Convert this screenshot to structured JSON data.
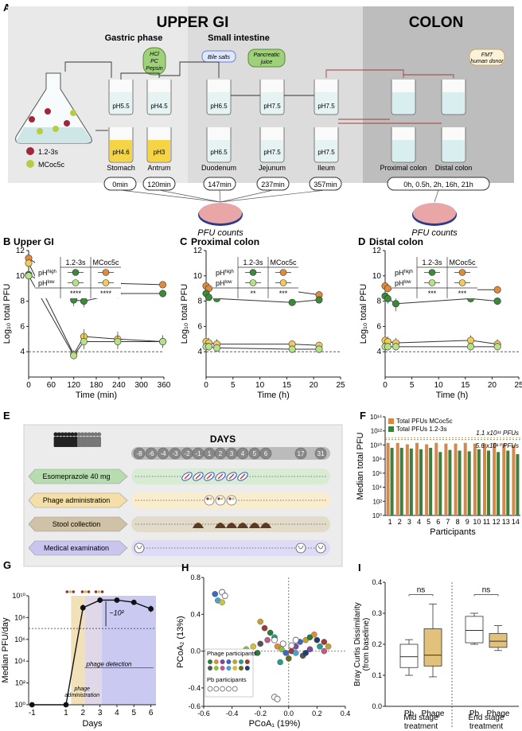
{
  "colors": {
    "high_1_2_3s": "#3a8a3a",
    "high_mcoc5c": "#e08a3a",
    "low_1_2_3s": "#b6e08a",
    "low_mcoc5c": "#f2c860",
    "bar_mcoc": "#d5884a",
    "bar_123": "#3d7f3d",
    "upper_bg": "#e6e6e6",
    "colon_bg": "#bdbdbd"
  },
  "panelA": {
    "label": "A",
    "upper_gi": "UPPER GI",
    "colon": "COLON",
    "gastric_phase": "Gastric phase",
    "small_intestine": "Small intestine",
    "hcl": [
      "HCl",
      "PC",
      "Pepsin"
    ],
    "bile_salts": "Bile salts",
    "pancreatic_juice": [
      "Pancreatic",
      "juice"
    ],
    "fmt": [
      "FMT",
      "human donor"
    ],
    "phage1": "1.2-3s",
    "phage2": "MCoc5c",
    "top_ph": [
      "pH5.5",
      "pH4.5",
      "pH6.5",
      "pH7.5",
      "pH7.5"
    ],
    "bottom_ph": [
      "pH4.6",
      "pH3",
      "pH6.5",
      "pH7.5",
      "pH7.5"
    ],
    "compartments": [
      "Stomach",
      "Antrum",
      "Duodenum",
      "Jejunum",
      "Ileum",
      "Proximal colon",
      "Distal colon"
    ],
    "times": [
      "0min",
      "120min",
      "147min",
      "237min",
      "357min"
    ],
    "colon_times": "0h, 0.5h, 2h, 16h, 21h",
    "pfu_counts": "PFU counts"
  },
  "panelB": {
    "label": "B",
    "title": "Upper GI",
    "xlabel": "Time (min)",
    "ylabel": "Log₁₀ total PFU",
    "col1": "1.2-3s",
    "col2": "MCoc5c",
    "row_high": "pH",
    "high_sup": "high",
    "row_low": "pH",
    "low_sup": "low",
    "sig": [
      "****",
      "****"
    ],
    "xticks": [
      "0",
      "60",
      "120",
      "180",
      "240",
      "300",
      "360"
    ],
    "yticks": [
      "4",
      "6",
      "8",
      "10",
      "12"
    ]
  },
  "panelC": {
    "label": "C",
    "title": "Proximal colon",
    "xlabel": "Time (h)",
    "ylabel": "Log₁₀ total PFU",
    "col1": "1.2-3s",
    "col2": "MCoc5c",
    "sig": [
      "**",
      "***"
    ],
    "xticks": [
      "0",
      "5",
      "10",
      "15",
      "20",
      "25"
    ],
    "yticks": [
      "4",
      "6",
      "8",
      "10",
      "12"
    ]
  },
  "panelD": {
    "label": "D",
    "title": "Distal colon",
    "xlabel": "Time (h)",
    "ylabel": "Log₁₀ total PFU",
    "col1": "1.2-3s",
    "col2": "MCoc5c",
    "sig": [
      "***",
      "***"
    ],
    "xticks": [
      "0",
      "5",
      "10",
      "15",
      "20",
      "25"
    ],
    "yticks": [
      "4",
      "6",
      "8",
      "10",
      "12"
    ]
  },
  "panelE": {
    "label": "E",
    "days_title": "DAYS",
    "days": [
      "-8",
      "-6",
      "-4",
      "-3",
      "-2",
      "-1",
      "1",
      "2",
      "3",
      "4",
      "5",
      "6",
      "17",
      "31"
    ],
    "rows": [
      "Esomeprazole 40 mg",
      "Phage administration",
      "Stool collection",
      "Medical examination"
    ]
  },
  "panelF": {
    "label": "F",
    "ylabel": "Median total PFU",
    "xlabel": "Participants",
    "legend": [
      "Total PFUs MCoc5c",
      "Total PFUs 1.2-3s"
    ],
    "ann1": "1.1 x10¹¹ PFUs",
    "ann2": "5.6 x10¹⁰ PFUs",
    "yticks": [
      "10¹⁴",
      "10¹²",
      "10¹⁰",
      "10⁸",
      "10⁶",
      "10⁴",
      "10²",
      "10⁰"
    ],
    "xticks": [
      "1",
      "2",
      "3",
      "4",
      "5",
      "6",
      "7",
      "8",
      "9",
      "10",
      "11",
      "12",
      "13",
      "14"
    ]
  },
  "panelG": {
    "label": "G",
    "ylabel": "Median PFU/day",
    "xlabel": "Days",
    "ann_fold": "~10²",
    "phage_detection": "phage detection",
    "phage_admin": [
      "phage",
      "administration"
    ],
    "xticks": [
      "-1",
      "1",
      "2",
      "3",
      "4",
      "5",
      "6"
    ],
    "yticks": [
      "10¹⁰",
      "10⁸",
      "10⁶",
      "10⁴",
      "10²",
      "10⁰"
    ]
  },
  "panelH": {
    "label": "H",
    "xlabel": "PCoA₁ (19%)",
    "ylabel": "PCoA₂ (13%)",
    "legend_title1": "Phage participants",
    "legend_title2": "Pb participants",
    "xticks": [
      "-0.6",
      "-0.4",
      "-0.2",
      "0.0",
      "0.2",
      "0.4"
    ],
    "yticks": [
      "0.8",
      "0.4",
      "0.0",
      "-0.4",
      "-0.6"
    ]
  },
  "panelI": {
    "label": "I",
    "ylabel": [
      "Bray Curtis Dissimilarity",
      "(from baseline)"
    ],
    "groups": [
      "Pb",
      "Phage",
      "Pb",
      "Phage"
    ],
    "ns": [
      "ns",
      "ns"
    ],
    "stage1": [
      "Mid stage",
      "treatment"
    ],
    "stage2": [
      "End stage",
      "treatment"
    ],
    "yticks": [
      "0.4",
      "0.3",
      "0.2",
      "0.1",
      "0.0"
    ]
  },
  "chart_data": [
    {
      "panel": "B",
      "type": "line",
      "title": "Upper GI",
      "xlabel": "Time (min)",
      "ylabel": "Log10 total PFU",
      "xlim": [
        0,
        360
      ],
      "ylim": [
        2,
        12
      ],
      "series": [
        {
          "x": [
            0,
            120,
            147,
            237,
            357
          ],
          "values": [
            11.4,
            8.9,
            9.0,
            9.4,
            9.3
          ],
          "err": [
            0.1,
            0.3,
            0.3,
            0.3,
            0.2
          ]
        },
        {
          "x": [
            0,
            120,
            147,
            237,
            357
          ],
          "values": [
            10.1,
            8.1,
            8.0,
            8.6,
            8.6
          ],
          "err": [
            0.1,
            0.5,
            0.5,
            0.4,
            0.3
          ]
        },
        {
          "x": [
            0,
            120,
            147,
            237,
            357
          ],
          "values": [
            11.0,
            3.8,
            5.2,
            5.0,
            4.8
          ],
          "err": [
            0.1,
            0.3,
            0.6,
            0.6,
            0.5
          ]
        },
        {
          "x": [
            0,
            120,
            147,
            237,
            357
          ],
          "values": [
            10.0,
            3.7,
            4.8,
            4.8,
            4.8
          ],
          "err": [
            0.1,
            0.3,
            0.6,
            0.6,
            0.5
          ]
        }
      ]
    },
    {
      "panel": "C",
      "type": "line",
      "title": "Proximal colon",
      "xlabel": "Time (h)",
      "ylabel": "Log10 total PFU",
      "xlim": [
        0,
        25
      ],
      "ylim": [
        2,
        12
      ],
      "series": [
        {
          "x": [
            0,
            0.5,
            2,
            16,
            21
          ],
          "values": [
            9.2,
            9.0,
            8.9,
            8.8,
            8.5
          ],
          "err": [
            0.2,
            0.2,
            0.2,
            0.2,
            0.2
          ]
        },
        {
          "x": [
            0,
            0.5,
            2,
            16,
            21
          ],
          "values": [
            8.6,
            8.3,
            8.2,
            7.9,
            8.1
          ],
          "err": [
            0.2,
            0.2,
            0.2,
            0.2,
            0.2
          ]
        },
        {
          "x": [
            0,
            0.5,
            2,
            16,
            21
          ],
          "values": [
            4.8,
            4.7,
            4.6,
            4.6,
            4.5
          ],
          "err": [
            0.4,
            0.4,
            0.4,
            0.3,
            0.3
          ]
        },
        {
          "x": [
            0,
            0.5,
            2,
            16,
            21
          ],
          "values": [
            4.4,
            4.4,
            4.3,
            4.2,
            4.2
          ],
          "err": [
            0.3,
            0.3,
            0.3,
            0.3,
            0.3
          ]
        }
      ]
    },
    {
      "panel": "D",
      "type": "line",
      "title": "Distal colon",
      "xlabel": "Time (h)",
      "ylabel": "Log10 total PFU",
      "xlim": [
        0,
        25
      ],
      "ylim": [
        2,
        12
      ],
      "series": [
        {
          "x": [
            0,
            0.5,
            2,
            16,
            21
          ],
          "values": [
            9.2,
            9.0,
            8.9,
            8.9,
            8.9
          ],
          "err": [
            0.3,
            0.3,
            0.3,
            0.3,
            0.3
          ]
        },
        {
          "x": [
            0,
            0.5,
            2,
            16,
            21
          ],
          "values": [
            8.4,
            8.2,
            7.8,
            8.2,
            8.0
          ],
          "err": [
            0.5,
            0.4,
            0.6,
            0.3,
            0.3
          ]
        },
        {
          "x": [
            0,
            0.5,
            2,
            16,
            21
          ],
          "values": [
            4.9,
            4.8,
            4.7,
            4.9,
            4.6
          ],
          "err": [
            0.4,
            0.4,
            0.4,
            0.4,
            0.4
          ]
        },
        {
          "x": [
            0,
            0.5,
            2,
            16,
            21
          ],
          "values": [
            4.4,
            4.4,
            4.4,
            4.4,
            4.4
          ],
          "err": [
            0.3,
            0.3,
            0.3,
            0.3,
            0.3
          ]
        }
      ]
    },
    {
      "panel": "F",
      "type": "bar",
      "xlabel": "Participants",
      "ylabel": "Median total PFU",
      "log_scale": true,
      "categories": [
        "1",
        "2",
        "3",
        "4",
        "5",
        "6",
        "7",
        "8",
        "9",
        "10",
        "11",
        "12",
        "13",
        "14"
      ],
      "series": [
        {
          "name": "Total PFUs MCoc5c",
          "values": [
            10.3,
            10.3,
            10.1,
            10.3,
            10.1,
            10.3,
            10.2,
            10.2,
            10.3,
            10.2,
            10.2,
            10.3,
            10.2,
            10.0
          ]
        },
        {
          "name": "Total PFUs 1.2-3s",
          "values": [
            9.6,
            9.6,
            9.5,
            9.4,
            9.6,
            9.0,
            9.3,
            9.2,
            9.1,
            9.4,
            9.2,
            9.0,
            9.2,
            8.7
          ]
        }
      ]
    },
    {
      "panel": "G",
      "type": "line",
      "xlabel": "Days",
      "ylabel": "Median PFU/day",
      "log_scale": true,
      "x": [
        -1,
        1,
        2,
        3,
        4,
        5,
        6
      ],
      "values": [
        0,
        0,
        8.9,
        9.6,
        9.6,
        9.4,
        8.8
      ],
      "err": [
        0,
        0,
        0.3,
        0.25,
        0.1,
        0.1,
        0.3
      ]
    },
    {
      "panel": "H",
      "type": "scatter",
      "xlabel": "PCoA1 (19%)",
      "ylabel": "PCoA2 (13%)",
      "xlim": [
        -0.6,
        0.4
      ],
      "ylim": [
        -0.6,
        0.8
      ]
    },
    {
      "panel": "I",
      "type": "box",
      "ylabel": "Bray Curtis Dissimilarity (from baseline)",
      "ylim": [
        0,
        0.4
      ],
      "groups": [
        {
          "name": "Pb",
          "min": 0.1,
          "q1": 0.125,
          "median": 0.16,
          "q3": 0.2,
          "max": 0.215
        },
        {
          "name": "Phage",
          "min": 0.095,
          "q1": 0.13,
          "median": 0.165,
          "q3": 0.25,
          "max": 0.33
        },
        {
          "name": "Pb",
          "min": 0.2,
          "q1": 0.205,
          "median": 0.245,
          "q3": 0.29,
          "max": 0.3
        },
        {
          "name": "Phage",
          "min": 0.18,
          "q1": 0.19,
          "median": 0.21,
          "q3": 0.235,
          "max": 0.26
        }
      ]
    }
  ]
}
